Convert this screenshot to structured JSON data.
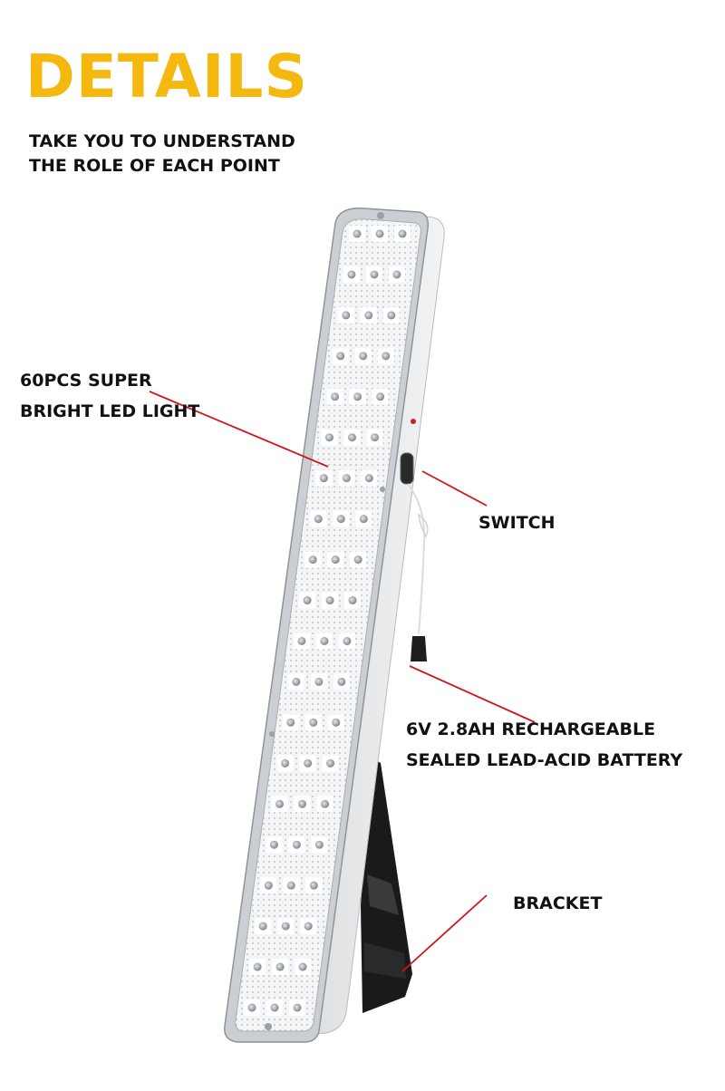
{
  "heading": {
    "title": "DETAILS",
    "subtitle_line1": "TAKE YOU TO UNDERSTAND",
    "subtitle_line2": "THE ROLE OF EACH POINT"
  },
  "callouts": {
    "led": {
      "line1": "60PCS SUPER",
      "line2": "BRIGHT LED LIGHT"
    },
    "switch": {
      "line1": "SWITCH"
    },
    "battery": {
      "line1": "6V 2.8AH RECHARGEABLE",
      "line2": "SEALED LEAD-ACID BATTERY"
    },
    "bracket": {
      "line1": "BRACKET"
    }
  },
  "colors": {
    "title": "#F5B80F",
    "text": "#111111",
    "leader_line": "#D0161B",
    "housing": "#E8EAEC",
    "bracket": "#1A1A1A"
  }
}
